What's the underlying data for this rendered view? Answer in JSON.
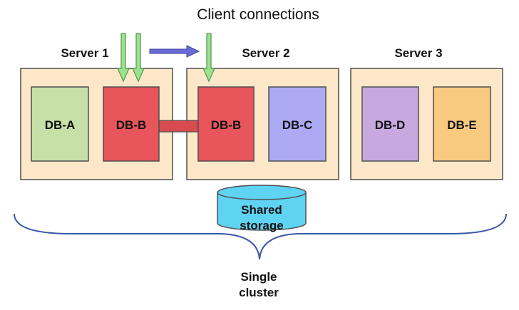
{
  "title": "Client connections",
  "servers": [
    {
      "label": "Server 1",
      "databases": [
        {
          "label": "DB-A",
          "color": "#c6e0a8"
        },
        {
          "label": "DB-B",
          "color": "#e8555a"
        }
      ]
    },
    {
      "label": "Server 2",
      "databases": [
        {
          "label": "DB-B",
          "color": "#e8555a"
        },
        {
          "label": "DB-C",
          "color": "#adaaf4"
        }
      ]
    },
    {
      "label": "Server 3",
      "databases": [
        {
          "label": "DB-D",
          "color": "#c9a8e0"
        },
        {
          "label": "DB-E",
          "color": "#f9c97f"
        }
      ]
    }
  ],
  "storage": {
    "line1": "Shared",
    "line2": "storage",
    "color": "#5fd3f2"
  },
  "cluster": {
    "line1": "Single",
    "line2": "cluster"
  },
  "colors": {
    "server_fill": "#fce7c8",
    "border": "#4f4f4f",
    "arrow_fill": "#9de08f",
    "arrow_stroke": "#4a9a4a",
    "move_arrow": "#6b6bd6",
    "replication_link": "#d84c50",
    "brace": "#3a55a8"
  }
}
